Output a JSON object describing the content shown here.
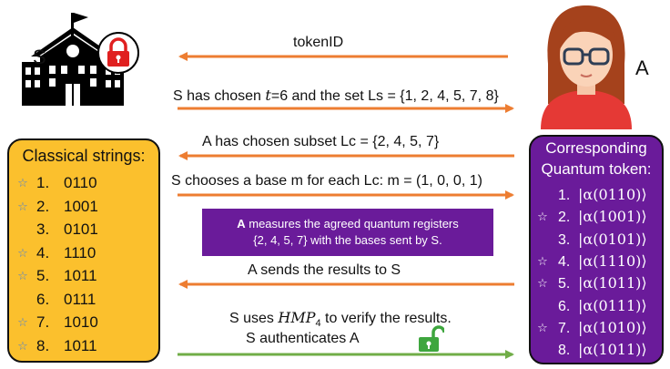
{
  "server_label": "S",
  "user_label": "A",
  "messages": {
    "token_id": "tokenID",
    "chosen_prefix": "S has chosen ",
    "chosen_t": "t",
    "chosen_suffix": "=6 and the set Ls = {1, 2, 4, 5, 7, 8}",
    "subset": "A has chosen subset Lc = {2, 4, 5, 7}",
    "bases": "S chooses a base m for each Lc: m = (1, 0, 0, 1)",
    "results": "A sends the results to S",
    "verify_prefix": "S uses ",
    "verify_math": "HMP",
    "verify_sub": "4",
    "verify_suffix": " to verify the results.",
    "authenticates": "S authenticates A"
  },
  "measure_box": {
    "bold": "A",
    "line1_rest": " measures the agreed quantum registers",
    "line2": "{2, 4, 5, 7} with the bases sent by S."
  },
  "classical": {
    "title": "Classical strings:",
    "items": [
      {
        "num": "1.",
        "bits": "0110",
        "star": "☆"
      },
      {
        "num": "2.",
        "bits": "1001",
        "star": "☆"
      },
      {
        "num": "3.",
        "bits": "0101",
        "star": ""
      },
      {
        "num": "4.",
        "bits": "1110",
        "star": "☆"
      },
      {
        "num": "5.",
        "bits": "1011",
        "star": "☆"
      },
      {
        "num": "6.",
        "bits": "0111",
        "star": ""
      },
      {
        "num": "7.",
        "bits": "1010",
        "star": "☆"
      },
      {
        "num": "8.",
        "bits": "1011",
        "star": "☆"
      }
    ]
  },
  "quantum": {
    "title_line1": "Corresponding",
    "title_line2": "Quantum token:",
    "items": [
      {
        "num": "1.",
        "ket": "|α(0110)⟩",
        "star": ""
      },
      {
        "num": "2.",
        "ket": "|α(1001)⟩",
        "star": "☆"
      },
      {
        "num": "3.",
        "ket": "|α(0101)⟩",
        "star": ""
      },
      {
        "num": "4.",
        "ket": "|α(1110)⟩",
        "star": "☆"
      },
      {
        "num": "5.",
        "ket": "|α(1011)⟩",
        "star": "☆"
      },
      {
        "num": "6.",
        "ket": "|α(0111)⟩",
        "star": ""
      },
      {
        "num": "7.",
        "ket": "|α(1010)⟩",
        "star": "☆"
      },
      {
        "num": "8.",
        "ket": "|α(1011)⟩",
        "star": ""
      }
    ]
  },
  "colors": {
    "arrow_orange": "#ED7D31",
    "arrow_green": "#70AD47",
    "lock_red": "#E02020",
    "unlock_green": "#3EA63E",
    "purple": "#6A1B9A",
    "yellow": "#FBC02D"
  },
  "icons": {
    "server": "school-building-icon",
    "lock": "lock-icon",
    "user": "woman-avatar-icon",
    "unlock": "unlock-icon"
  }
}
